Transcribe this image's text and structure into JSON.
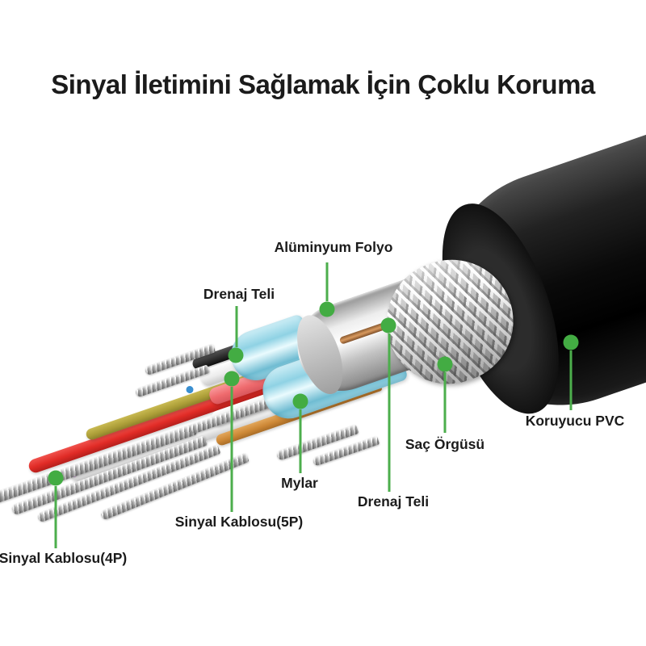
{
  "title": "Sinyal İletimini Sağlamak İçin Çoklu Koruma",
  "labels": [
    {
      "id": "aluminyum-folyo",
      "text": "Alüminyum Folyo"
    },
    {
      "id": "drenaj-teli-ust",
      "text": "Drenaj Teli"
    },
    {
      "id": "koruyucu-pvc",
      "text": "Koruyucu PVC"
    },
    {
      "id": "sac-orgusu",
      "text": "Saç Örgüsü"
    },
    {
      "id": "mylar",
      "text": "Mylar"
    },
    {
      "id": "drenaj-teli-alt",
      "text": "Drenaj Teli"
    },
    {
      "id": "sinyal-kablosu-5p",
      "text": "Sinyal Kablosu(5P)"
    },
    {
      "id": "sinyal-kablosu-4p",
      "text": "Sinyal Kablosu(4P)"
    }
  ],
  "colors": {
    "accent": "#43ac43",
    "accentline": "#4cae4c",
    "text": "#1b1b1b",
    "pvc": "#0a0a0a",
    "foil": "#d7d7d7",
    "mylar": "#8fd2e4",
    "copper": "#d99a5f",
    "red": "#e02b26",
    "pink": "#ef6b6e",
    "orange": "#cd8836",
    "olive": "#ab9d37",
    "white": "#ececec",
    "black": "#2b2b2b",
    "silver": "#c9c9c9"
  }
}
